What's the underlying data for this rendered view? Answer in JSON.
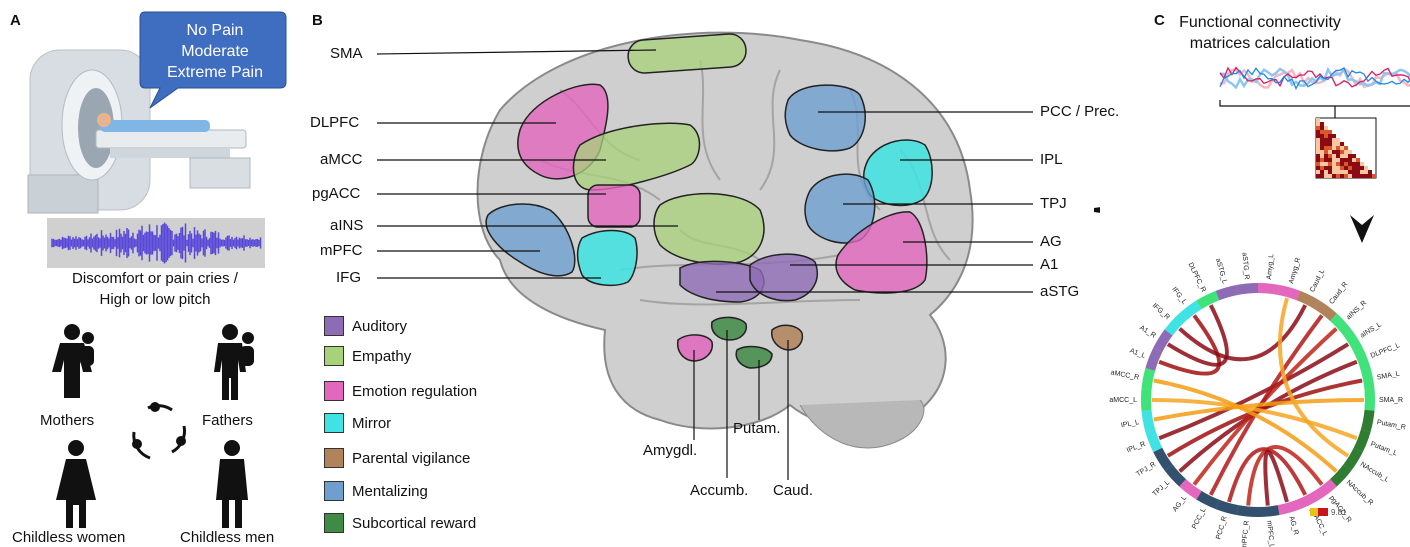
{
  "panelA": {
    "letter": "A",
    "bubble": [
      "No Pain",
      "Moderate",
      "Extreme Pain"
    ],
    "caption_line1": "Discomfort or pain cries /",
    "caption_line2": "High or low pitch",
    "mothers": "Mothers",
    "fathers": "Fathers",
    "women": "Childless women",
    "men": "Childless men"
  },
  "panelB": {
    "letter": "B",
    "left_labels": [
      "SMA",
      "DLPFC",
      "aMCC",
      "pgACC",
      "aINS",
      "mPFC",
      "IFG"
    ],
    "right_labels": [
      "PCC / Prec.",
      "IPL",
      "TPJ",
      "AG",
      "A1",
      "aSTG"
    ],
    "bottom_labels": [
      "Amygdl.",
      "Accumb.",
      "Putam.",
      "Caud."
    ],
    "legend": [
      {
        "label": "Auditory",
        "color": "#8e6bb5"
      },
      {
        "label": "Empathy",
        "color": "#a8d27a"
      },
      {
        "label": "Emotion regulation",
        "color": "#e267bd"
      },
      {
        "label": "Mirror",
        "color": "#3fe3e3"
      },
      {
        "label": "Parental vigilance",
        "color": "#b0835b"
      },
      {
        "label": "Mentalizing",
        "color": "#6e9fcf"
      },
      {
        "label": "Subcortical reward",
        "color": "#3f8a45"
      }
    ]
  },
  "panelC": {
    "letter": "C",
    "title_line1": "Functional connectivity",
    "title_line2": "matrices calculation",
    "circle_labels": [
      "Amyg_L",
      "Amyg_R",
      "Caud_L",
      "Caud_R",
      "aINS_R",
      "aINS_L",
      "DLPFC_L",
      "SMA_L",
      "SMA_R",
      "Putam_R",
      "Putam_L",
      "NAccub_L",
      "NAccub_R",
      "pgACC_R",
      "pgACC_L",
      "AG_R",
      "mPFC_L",
      "mPFC_R",
      "PCC_R",
      "PCC_L",
      "AG_L",
      "TPJ_L",
      "TPJ_R",
      "IPL_R",
      "IPL_L",
      "aMCC_L",
      "aMCC_R",
      "A1_L",
      "A1_R",
      "IFG_R",
      "IFG_L",
      "DLPFC_R",
      "aSTG_L",
      "aSTG_R"
    ],
    "scale_value": "9.81"
  }
}
